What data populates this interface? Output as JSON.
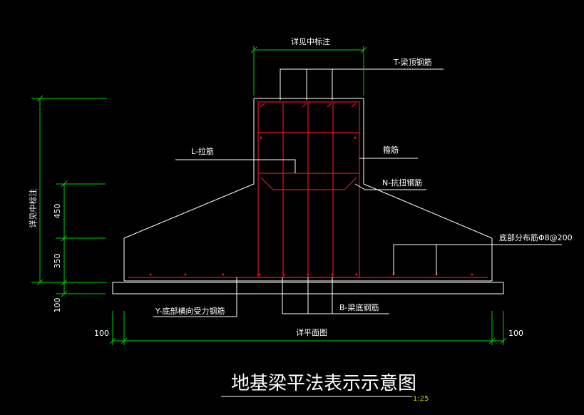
{
  "labels": {
    "top_dim": "详见中标注",
    "t_rebar": "T-梁顶钢筋",
    "l_tie": "L-拉筋",
    "stirrup": "箍筋",
    "n_rebar": "N-抗扭钢筋",
    "dist_rebar": "底部分布筋Φ8@200",
    "y_rebar": "Y-底部横向受力钢筋",
    "b_rebar": "B-梁底钢筋",
    "width_dim": "详平面图"
  },
  "dims": {
    "left_total": "详见中标注",
    "d450": "450",
    "d350": "350",
    "d100": "100",
    "left100": "100",
    "right100": "100"
  },
  "title": "地基梁平法表示示意图",
  "scale": "1:25",
  "colors": {
    "background": "#000000",
    "rebar": "#e0141e",
    "outline": "#ffffff",
    "dimension": "#00d000"
  }
}
